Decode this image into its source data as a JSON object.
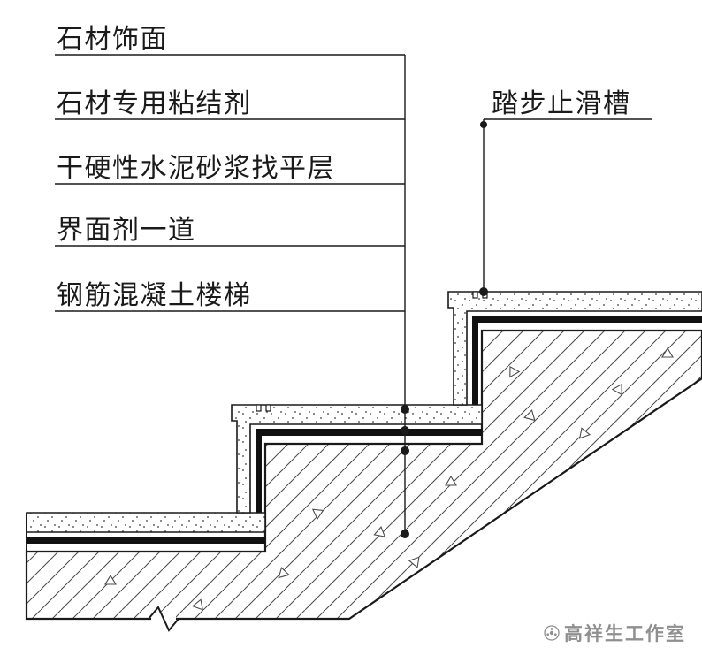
{
  "colors": {
    "line": "#1a1a1a",
    "band": "#111111",
    "hatch": "#4a4a4a",
    "stipple": "#3a3a3a",
    "watermark": "#8f8f8f"
  },
  "labels": {
    "layers": [
      {
        "text": "石材饰面"
      },
      {
        "text": "石材专用粘结剂"
      },
      {
        "text": "干硬性水泥砂浆找平层"
      },
      {
        "text": "界面剂一道"
      },
      {
        "text": "钢筋混凝土楼梯"
      }
    ],
    "groove": {
      "text": "踏步止滑槽"
    },
    "watermark": {
      "icon": "seal-flower-icon",
      "text": "高祥生工作室"
    }
  }
}
